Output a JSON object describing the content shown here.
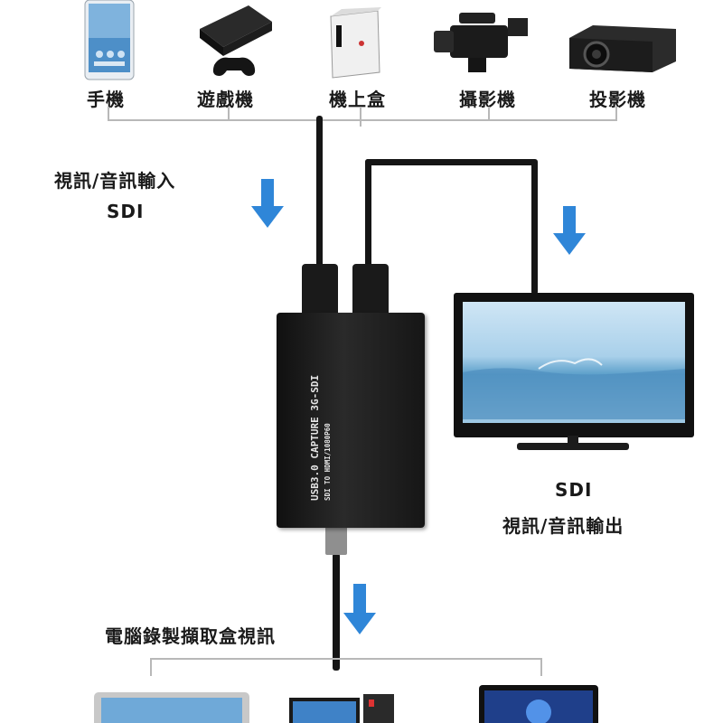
{
  "top_devices": [
    {
      "label": "手機",
      "icon": "phone-icon"
    },
    {
      "label": "遊戲機",
      "icon": "game-console-icon"
    },
    {
      "label": "機上盒",
      "icon": "set-top-box-icon"
    },
    {
      "label": "攝影機",
      "icon": "video-camera-icon"
    },
    {
      "label": "投影機",
      "icon": "projector-icon"
    }
  ],
  "input_label": {
    "line1": "視訊/音訊輸入",
    "line2": "SDI"
  },
  "output_label": {
    "line1": "SDI",
    "line2": "視訊/音訊輸出"
  },
  "device": {
    "line1": "USB3.0 CAPTURE 3G-SDI",
    "line2": "SDI TO HDMI/1080P60"
  },
  "bottom_label": "電腦錄製擷取盒視訊",
  "bottom_devices": [
    {
      "icon": "laptop-icon"
    },
    {
      "icon": "desktop-pc-icon"
    },
    {
      "icon": "tablet-icon"
    }
  ],
  "colors": {
    "arrow": "#2f86d8",
    "cable": "#151515",
    "bracket": "#b8b8b8",
    "device_body": "#1b1b1b"
  }
}
